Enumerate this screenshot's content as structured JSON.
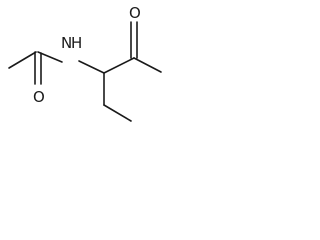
{
  "molecule": {
    "atom_labels": {
      "nitrogen": "N",
      "hydrogen": "H",
      "oxygen_amide": "O",
      "oxygen_ketone": "O"
    }
  }
}
